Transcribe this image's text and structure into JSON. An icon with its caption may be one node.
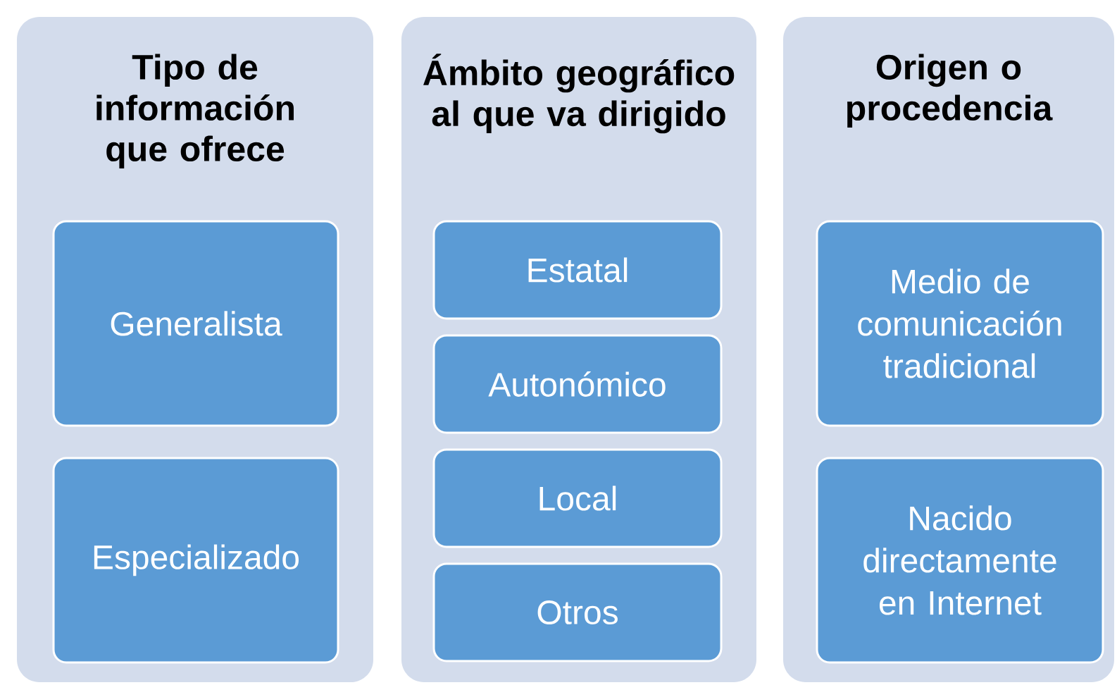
{
  "diagram": {
    "nodes": [
      {
        "text": [
          "Tipo de información que ofrece"
        ]
      },
      {
        "text": [
          "Generalista"
        ],
        "in": 0
      },
      {
        "text": [
          "Especializado"
        ],
        "in": 0
      },
      {
        "text": [
          "Ámbito geográfico al que va dirigido"
        ]
      },
      {
        "text": [
          "Estatal"
        ],
        "in": 3
      },
      {
        "text": [
          "Autonómico"
        ],
        "in": 3
      },
      {
        "text": [
          "Local"
        ],
        "in": 3
      },
      {
        "text": [
          "Otros"
        ],
        "in": 3
      },
      {
        "text": [
          "Origen o procedencia"
        ]
      },
      {
        "text": [
          "Medio de comunicación tradicional"
        ],
        "in": 8
      },
      {
        "text": [
          "Nacido directamente en Internet"
        ],
        "in": 8
      }
    ]
  }
}
